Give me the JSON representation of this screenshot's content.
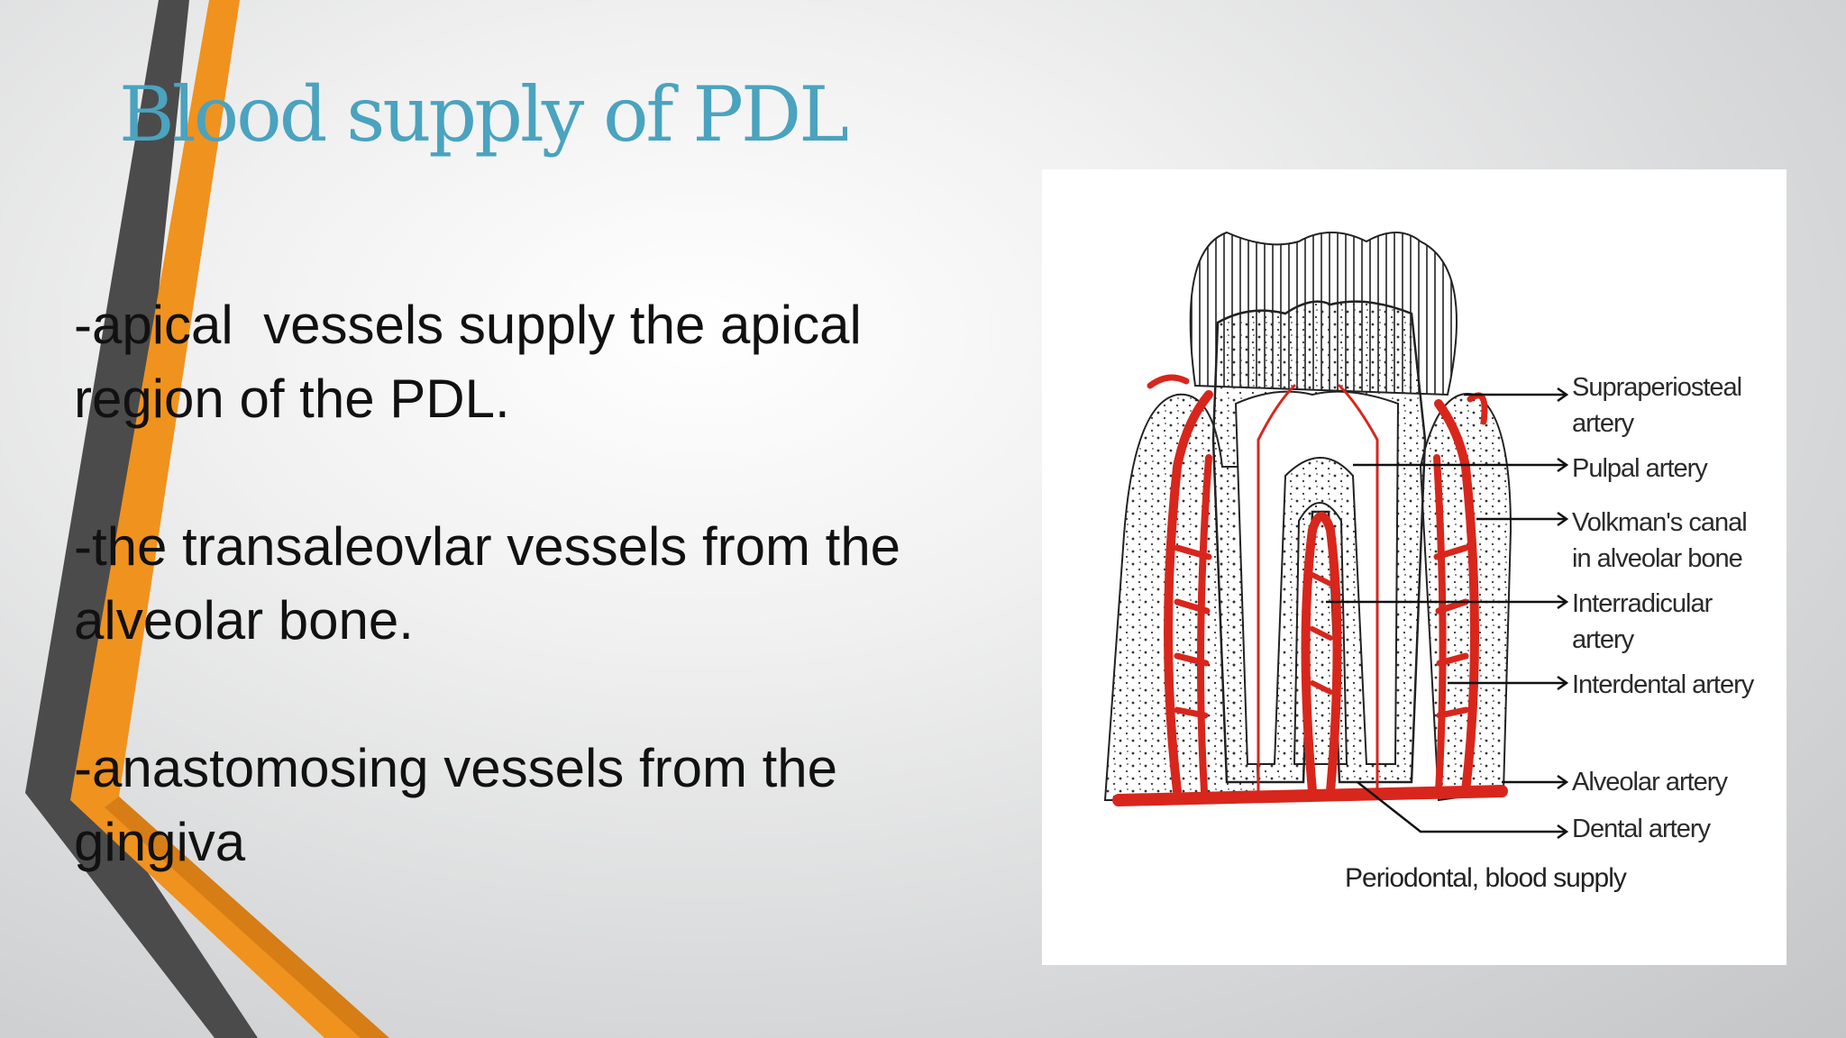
{
  "slide": {
    "title": "Blood supply of PDL",
    "bullets": [
      "-apical  vessels supply the apical region of the PDL.",
      "-the transaleovlar vessels from the alveolar bone.",
      "-anastomosing vessels from the gingiva"
    ]
  },
  "figure": {
    "labels": {
      "supraperiosteal": "Supraperiosteal artery",
      "pulpal": "Pulpal artery",
      "volkman": "Volkman's canal in alveolar bone",
      "interradicular": "Interradicular artery",
      "interdental": "Interdental artery",
      "alveolar": "Alveolar artery",
      "dental": "Dental artery"
    },
    "caption": "Periodontal, blood supply"
  },
  "colors": {
    "title": "#4aa3bf",
    "accent_orange": "#f0921e",
    "accent_dark": "#4a4a4a",
    "vessel_red": "#d8261c"
  }
}
